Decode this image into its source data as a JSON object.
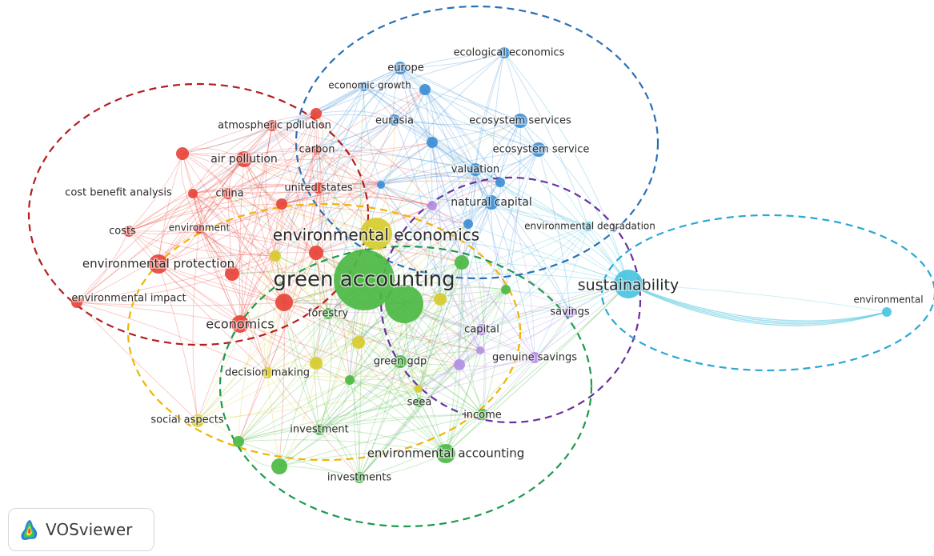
{
  "app": {
    "name": "VOSviewer",
    "logo_icon": "vosviewer-heatmap-icon"
  },
  "colors": {
    "red": "#e8443a",
    "blue": "#3d8fd6",
    "green": "#4cb944",
    "yellow": "#d7cc2c",
    "purple": "#b48ee6",
    "cyan": "#49c4e0",
    "ring_red": "#b51d1d",
    "ring_blue": "#2a6fb3",
    "ring_yellow": "#f0b400",
    "ring_green": "#1d9a4a",
    "ring_purple": "#6b2f9e",
    "ring_cyan": "#2aa7d6"
  },
  "clusters": [
    {
      "id": "red",
      "name": ""
    },
    {
      "id": "blue",
      "name": ""
    },
    {
      "id": "green",
      "name": ""
    },
    {
      "id": "yellow",
      "name": ""
    },
    {
      "id": "purple",
      "name": ""
    },
    {
      "id": "cyan",
      "name": ""
    }
  ],
  "nodes": [
    {
      "id": "green-accounting",
      "label": "green accounting",
      "cluster": "green",
      "weight": 10
    },
    {
      "id": "environmental-economics",
      "label": "environmental economics",
      "cluster": "yellow",
      "weight": 6
    },
    {
      "id": "sustainability",
      "label": "sustainability",
      "cluster": "cyan",
      "weight": 6
    },
    {
      "id": "environmental-protection",
      "label": "environmental protection",
      "cluster": "red",
      "weight": 4
    },
    {
      "id": "economics",
      "label": "economics",
      "cluster": "red",
      "weight": 4
    },
    {
      "id": "environmental-accounting",
      "label": "environmental accounting",
      "cluster": "green",
      "weight": 4
    },
    {
      "id": "natural-capital",
      "label": "natural capital",
      "cluster": "blue",
      "weight": 3
    },
    {
      "id": "ecological-economics",
      "label": "ecological economics",
      "cluster": "blue",
      "weight": 2
    },
    {
      "id": "europe",
      "label": "europe",
      "cluster": "blue",
      "weight": 2
    },
    {
      "id": "economic-growth",
      "label": "economic growth",
      "cluster": "blue",
      "weight": 2
    },
    {
      "id": "eurasia",
      "label": "eurasia",
      "cluster": "blue",
      "weight": 2
    },
    {
      "id": "ecosystem-services",
      "label": "ecosystem services",
      "cluster": "blue",
      "weight": 3
    },
    {
      "id": "ecosystem-service",
      "label": "ecosystem service",
      "cluster": "blue",
      "weight": 3
    },
    {
      "id": "valuation",
      "label": "valuation",
      "cluster": "blue",
      "weight": 2
    },
    {
      "id": "atmospheric-pollution",
      "label": "atmospheric pollution",
      "cluster": "red",
      "weight": 2
    },
    {
      "id": "carbon",
      "label": "carbon",
      "cluster": "red",
      "weight": 2
    },
    {
      "id": "air-pollution",
      "label": "air pollution",
      "cluster": "red",
      "weight": 3
    },
    {
      "id": "cost-benefit-analysis",
      "label": "cost benefit analysis",
      "cluster": "red",
      "weight": 2
    },
    {
      "id": "china",
      "label": "china",
      "cluster": "red",
      "weight": 2
    },
    {
      "id": "united-states",
      "label": "united states",
      "cluster": "red",
      "weight": 2
    },
    {
      "id": "costs",
      "label": "costs",
      "cluster": "red",
      "weight": 2
    },
    {
      "id": "environment",
      "label": "environment",
      "cluster": "red",
      "weight": 2
    },
    {
      "id": "environmental-impact",
      "label": "environmental impact",
      "cluster": "red",
      "weight": 2
    },
    {
      "id": "environmental-degradation",
      "label": "environmental degradation",
      "cluster": "cyan",
      "weight": 2
    },
    {
      "id": "savings",
      "label": "savings",
      "cluster": "purple",
      "weight": 2
    },
    {
      "id": "capital",
      "label": "capital",
      "cluster": "purple",
      "weight": 2
    },
    {
      "id": "genuine-savings",
      "label": "genuine savings",
      "cluster": "purple",
      "weight": 2
    },
    {
      "id": "forestry",
      "label": "forestry",
      "cluster": "green",
      "weight": 2
    },
    {
      "id": "green-gdp",
      "label": "green gdp",
      "cluster": "green",
      "weight": 2
    },
    {
      "id": "decision-making",
      "label": "decision making",
      "cluster": "yellow",
      "weight": 2
    },
    {
      "id": "seea",
      "label": "seea",
      "cluster": "green",
      "weight": 2
    },
    {
      "id": "income",
      "label": "income",
      "cluster": "green",
      "weight": 2
    },
    {
      "id": "social-aspects",
      "label": "social aspects",
      "cluster": "yellow",
      "weight": 2
    },
    {
      "id": "investment",
      "label": "investment",
      "cluster": "green",
      "weight": 2
    },
    {
      "id": "investments",
      "label": "investments",
      "cluster": "green",
      "weight": 2
    },
    {
      "id": "environmental",
      "label": "environmental",
      "cluster": "cyan",
      "weight": 2
    }
  ]
}
